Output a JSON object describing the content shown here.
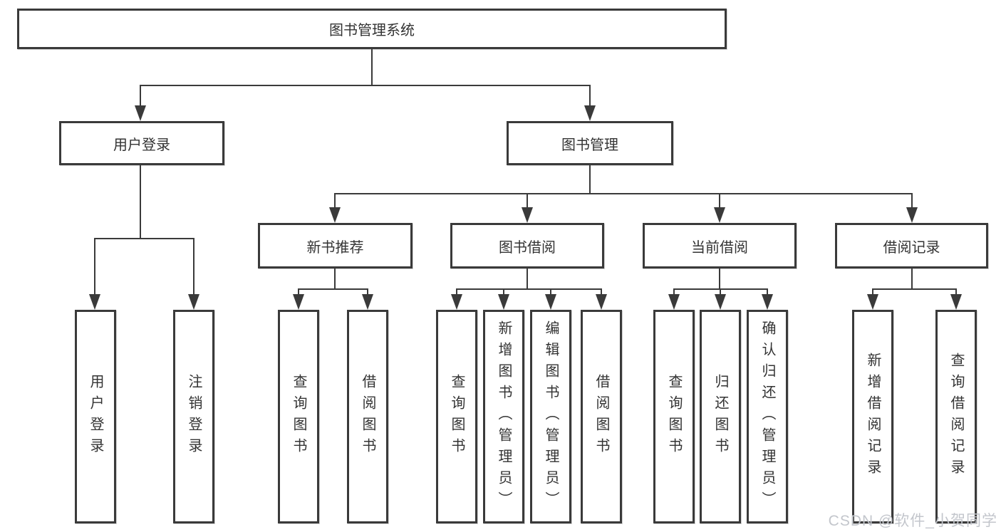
{
  "diagram": {
    "root": {
      "label": "图书管理系统"
    },
    "level2": [
      {
        "label": "用户登录"
      },
      {
        "label": "图书管理"
      }
    ],
    "level3": [
      {
        "label": "新书推荐"
      },
      {
        "label": "图书借阅"
      },
      {
        "label": "当前借阅"
      },
      {
        "label": "借阅记录"
      }
    ],
    "leaves": {
      "user_login": [
        "用户登录",
        "注销登录"
      ],
      "new_book_recommend": [
        "查询图书",
        "借阅图书"
      ],
      "book_borrowing": [
        "查询图书",
        "新增图书（管理员）",
        "编辑图书（管理员）",
        "借阅图书"
      ],
      "current_borrowing": [
        "查询图书",
        "归还图书",
        "确认归还（管理员）"
      ],
      "borrowing_records": [
        "新增借阅记录",
        "查询借阅记录"
      ]
    },
    "line_color": "#3a3a3a",
    "text_color": "#333333",
    "background": "#ffffff"
  },
  "watermark": {
    "text": "CSDN @软件_小贺同学",
    "color": "#c3c6cc"
  }
}
